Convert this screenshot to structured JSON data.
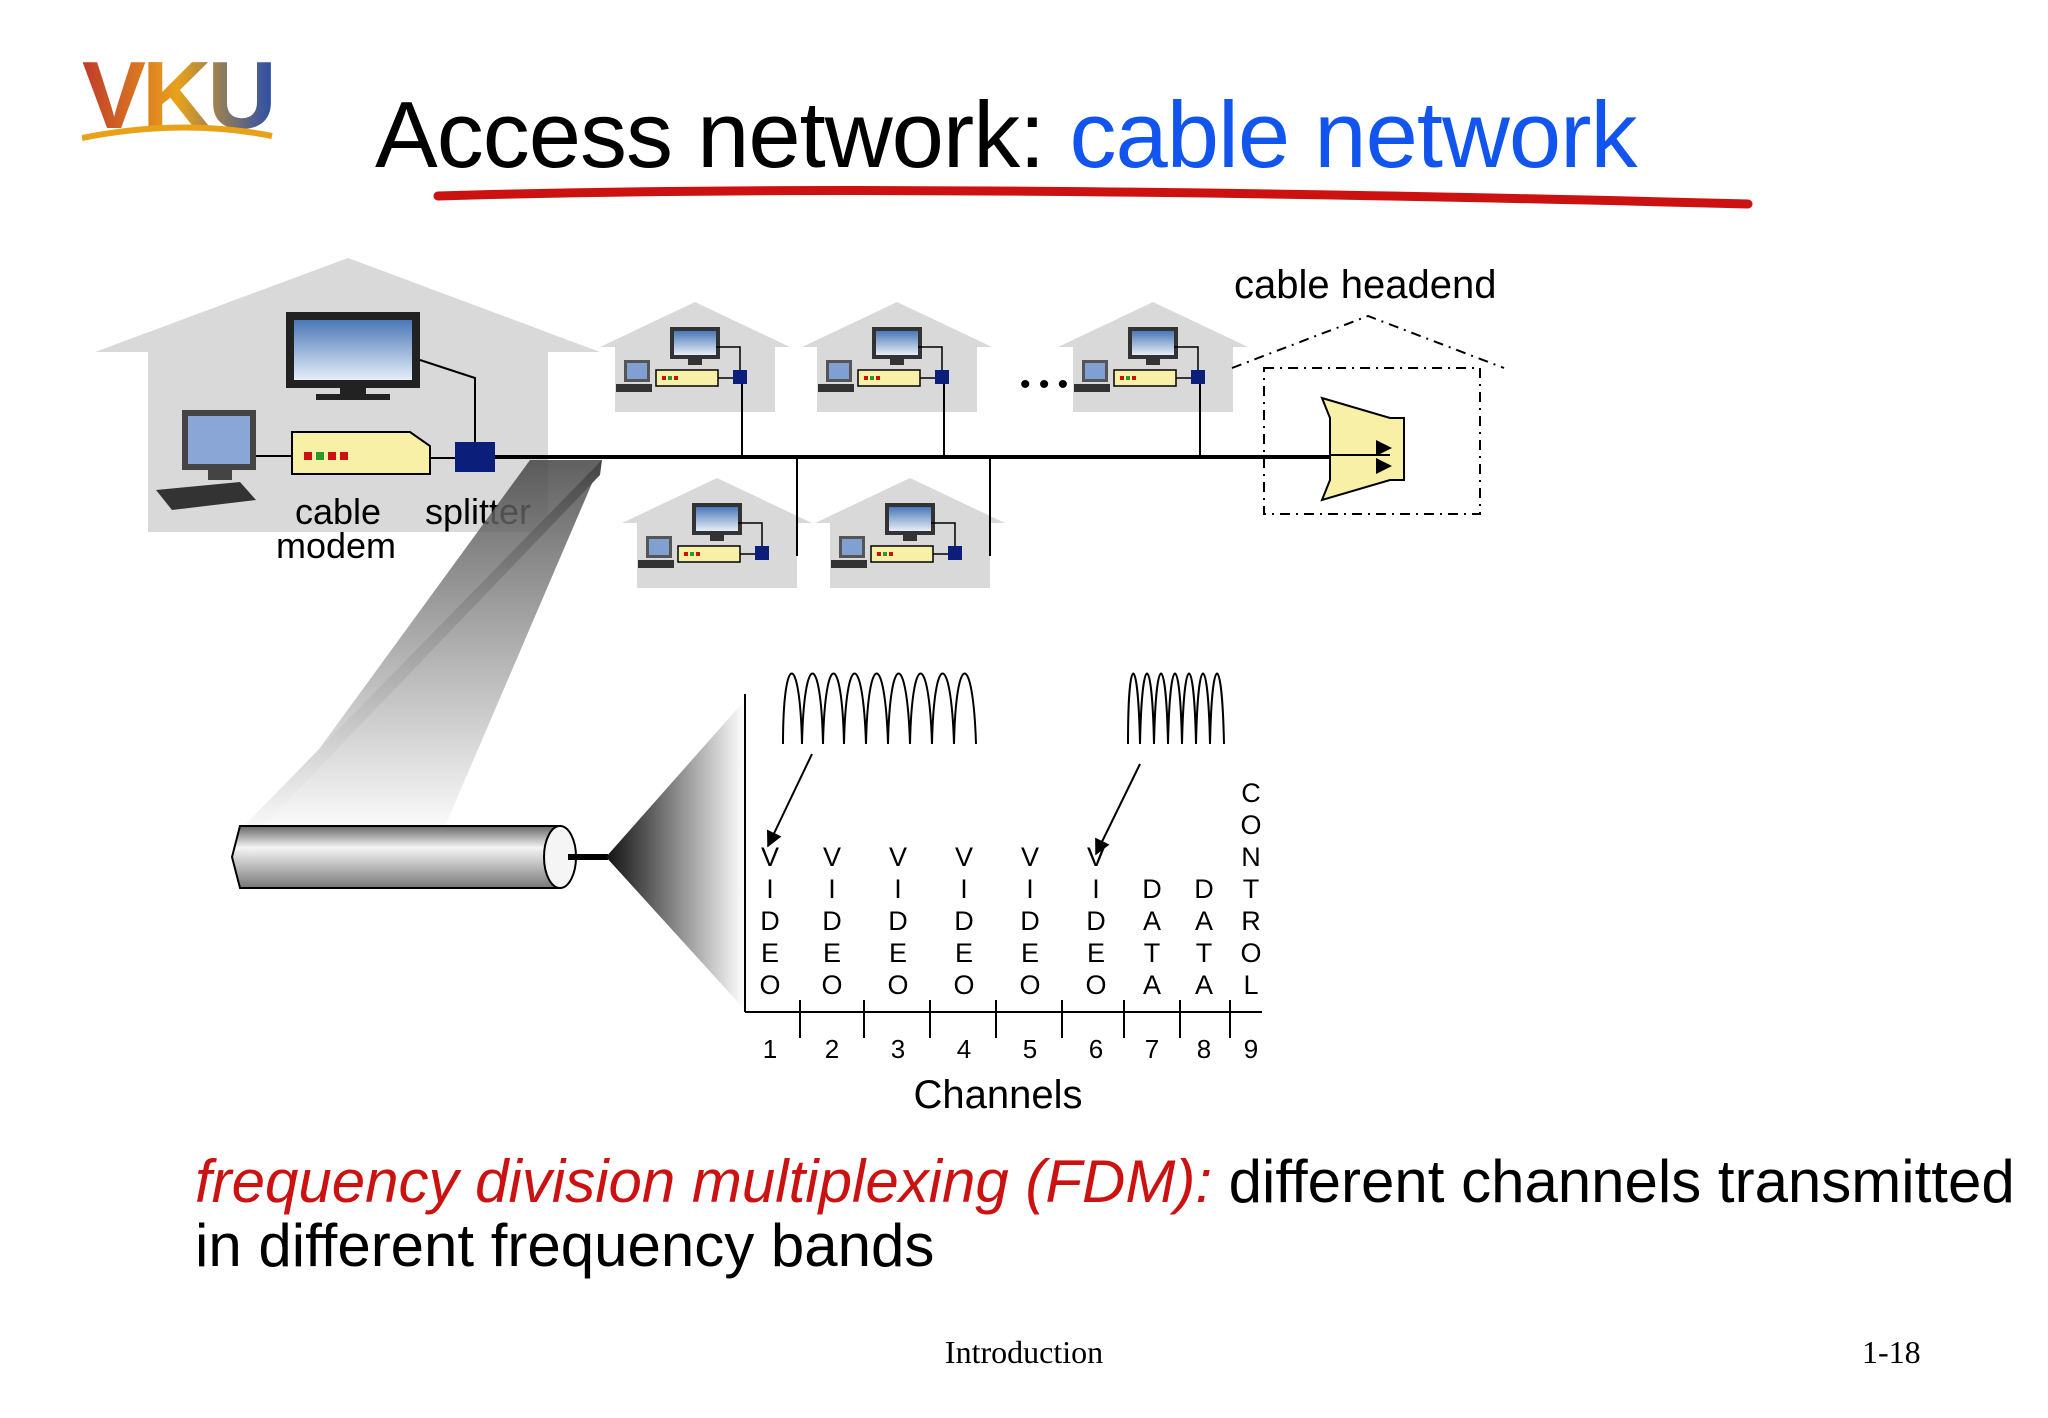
{
  "logo": {
    "text": "VKU"
  },
  "title": {
    "main": "Access network: ",
    "accent": "cable network"
  },
  "colors": {
    "title_accent": "#1155ee",
    "underline": "#cc1111",
    "fdm_term": "#cc1111",
    "house": "#d9d9d9",
    "modem": "#f7f0a6",
    "splitter": "#0b1f7a"
  },
  "diagram": {
    "headend_label": "cable headend",
    "cable_label": "cable",
    "modem_label": "modem",
    "splitter_label": "splitter",
    "ellipsis": "• • •"
  },
  "spectrum": {
    "channels_label": "Channels",
    "channels": [
      {
        "number": "1",
        "letters": [
          "V",
          "I",
          "D",
          "E",
          "O"
        ]
      },
      {
        "number": "2",
        "letters": [
          "V",
          "I",
          "D",
          "E",
          "O"
        ]
      },
      {
        "number": "3",
        "letters": [
          "V",
          "I",
          "D",
          "E",
          "O"
        ]
      },
      {
        "number": "4",
        "letters": [
          "V",
          "I",
          "D",
          "E",
          "O"
        ]
      },
      {
        "number": "5",
        "letters": [
          "V",
          "I",
          "D",
          "E",
          "O"
        ]
      },
      {
        "number": "6",
        "letters": [
          "V",
          "I",
          "D",
          "E",
          "O"
        ]
      },
      {
        "number": "7",
        "letters": [
          "D",
          "A",
          "T",
          "A"
        ]
      },
      {
        "number": "8",
        "letters": [
          "D",
          "A",
          "T",
          "A"
        ]
      },
      {
        "number": "9",
        "letters": [
          "C",
          "O",
          "N",
          "T",
          "R",
          "O",
          "L"
        ]
      }
    ]
  },
  "fdm": {
    "term": "frequency division multiplexing (FDM):",
    "line1_rest": " different channels transmitted",
    "line2": "in different frequency bands"
  },
  "footer": {
    "center": "Introduction",
    "page": "1-18"
  }
}
